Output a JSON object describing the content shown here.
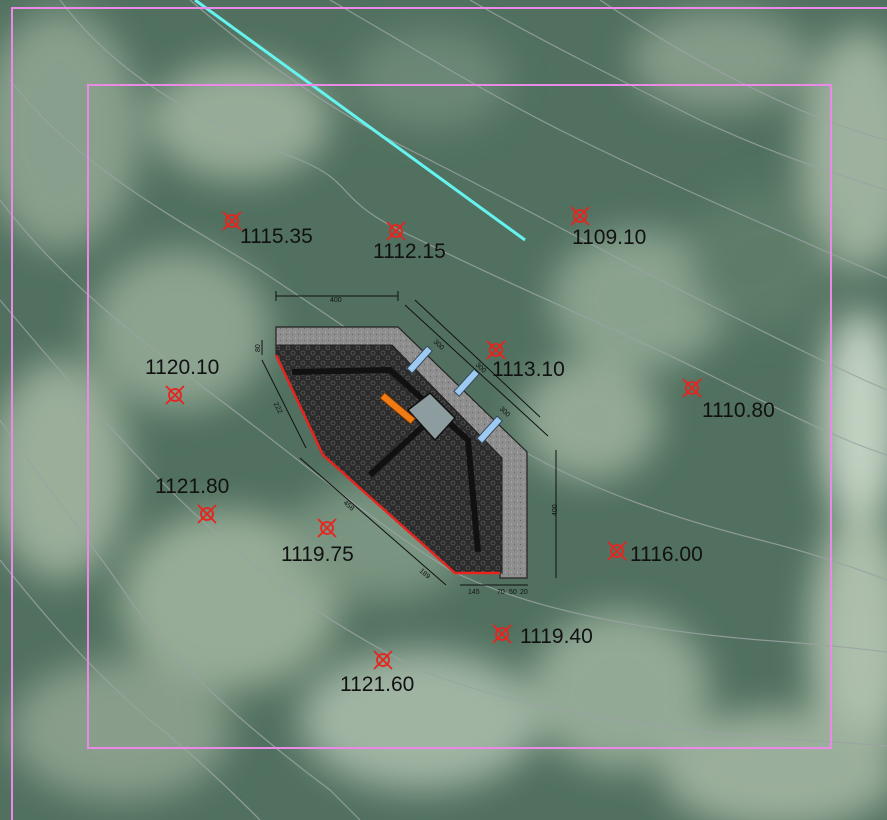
{
  "map": {
    "colors": {
      "boundary": "#e98be6",
      "road": "#66f2ee",
      "contour": "#9aa3a3",
      "marker": "#e8241e",
      "label": "#111111",
      "edge": "#e8241e",
      "gravel": "#2d2d2d",
      "wall": "#8a8a8a",
      "accent": "#f07a14",
      "pipe": "#9ec9f0"
    },
    "elevation_points": [
      {
        "id": "p1",
        "value": "1115.35"
      },
      {
        "id": "p2",
        "value": "1112.15"
      },
      {
        "id": "p3",
        "value": "1109.10"
      },
      {
        "id": "p4",
        "value": "1113.10"
      },
      {
        "id": "p5",
        "value": "1120.10"
      },
      {
        "id": "p6",
        "value": "1110.80"
      },
      {
        "id": "p7",
        "value": "1121.80"
      },
      {
        "id": "p8",
        "value": "1119.75"
      },
      {
        "id": "p9",
        "value": "1116.00"
      },
      {
        "id": "p10",
        "value": "1119.40"
      },
      {
        "id": "p11",
        "value": "1121.60"
      }
    ],
    "dimensions": {
      "top": "400",
      "left_short": "80",
      "left_diag": "222",
      "diag_1": "300",
      "diag_2": "300",
      "diag_3": "300",
      "bottom_diag": "458",
      "bottom_short": "189",
      "right": "400",
      "bottom_1": "145",
      "bottom_2": "70",
      "bottom_3": "50",
      "bottom_4": "20"
    }
  }
}
